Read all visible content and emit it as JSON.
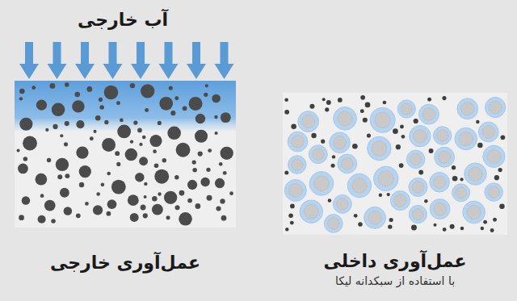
{
  "diagram": {
    "nodes": [
      {
        "text": [
          "عمل‌آوری خارجی"
        ]
      },
      {
        "text": [
          "عمل‌آوری داخلی",
          "با استفاده از سبکدانه لیکا"
        ]
      }
    ],
    "labels": [
      "آب خارجی"
    ]
  }
}
